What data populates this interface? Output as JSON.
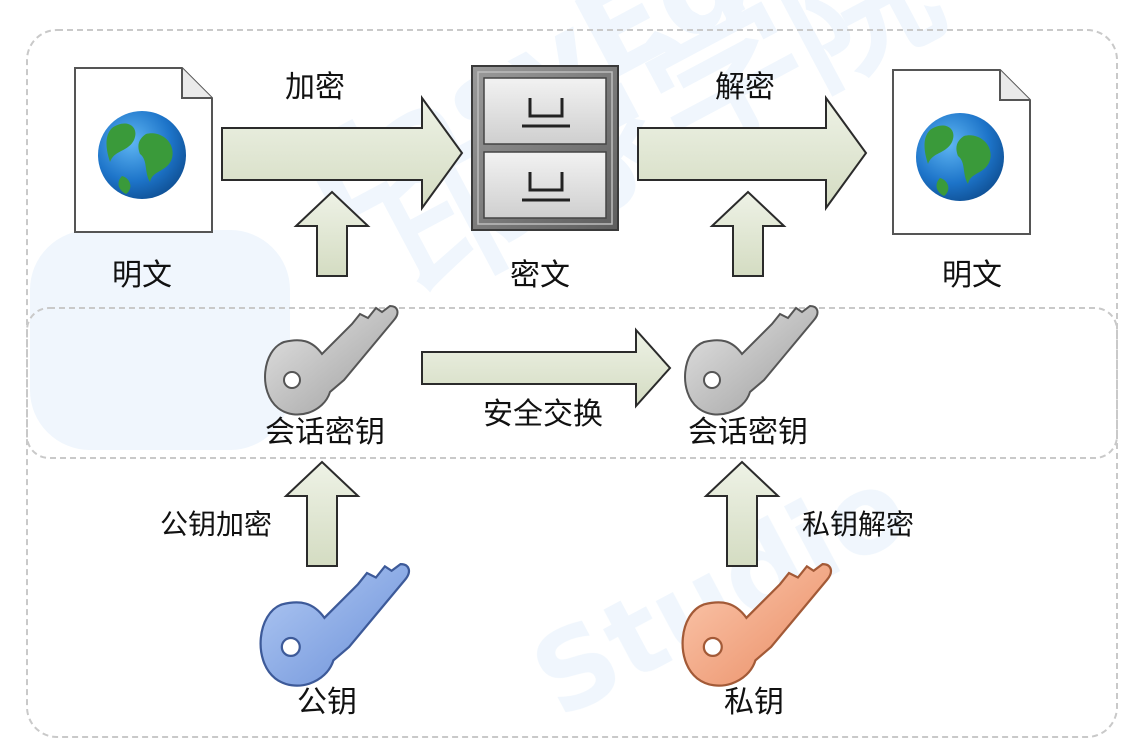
{
  "labels": {
    "encrypt": "加密",
    "decrypt": "解密",
    "plaintext_left": "明文",
    "ciphertext": "密文",
    "plaintext_right": "明文",
    "session_key_left": "会话密钥",
    "session_key_right": "会话密钥",
    "secure_exchange": "安全交换",
    "public_key_encrypt": "公钥加密",
    "private_key_decrypt": "私钥解密",
    "public_key": "公钥",
    "private_key": "私钥"
  },
  "watermark": "EasyEdu Studio 印象学院",
  "colors": {
    "arrow_fill": "#dde5cf",
    "arrow_stroke": "#2b2b2b",
    "public_key": "#86a9e8",
    "private_key": "#f2a985",
    "session_key": "#b9b9b9",
    "dashed_border": "#c9c9c9"
  }
}
